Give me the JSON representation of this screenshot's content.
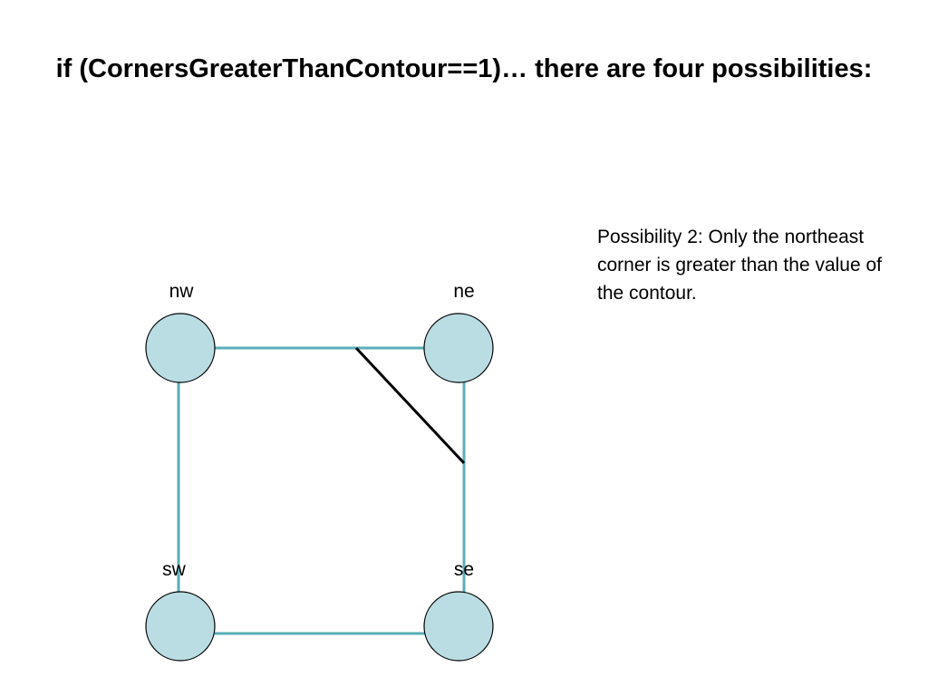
{
  "slide": {
    "title": "if (CornersGreaterThanContour==1)… there are four possibilities:",
    "description": "Possibility 2:  Only the northeast corner is greater than the value of the contour."
  },
  "corners": {
    "nw": "nw",
    "ne": "ne",
    "sw": "sw",
    "se": "se"
  },
  "colors": {
    "cell_edge": "#5aaeb8",
    "corner_fill": "#b9dde2",
    "corner_stroke": "#000000",
    "contour_line": "#000000"
  }
}
